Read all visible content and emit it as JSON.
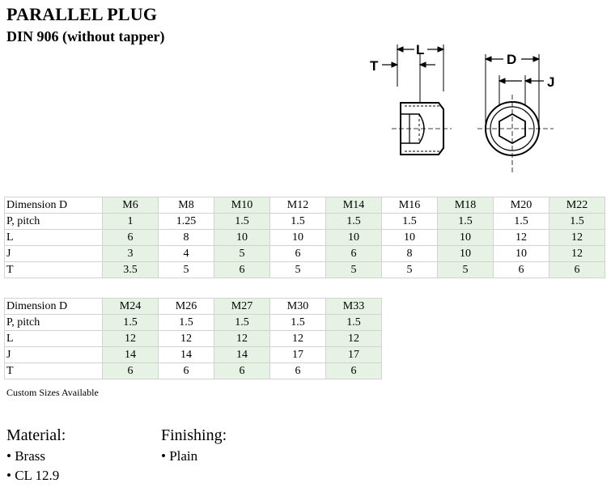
{
  "header": {
    "title": "PARALLEL PLUG",
    "subtitle": "DIN 906 (without tapper)"
  },
  "drawing": {
    "labels": {
      "t": "T",
      "l": "L",
      "d": "D",
      "j": "J"
    }
  },
  "table1": {
    "head": "Dimension D",
    "columns": [
      "M6",
      "M8",
      "M10",
      "M12",
      "M14",
      "M16",
      "M18",
      "M20",
      "M22"
    ],
    "rows": [
      {
        "label": "P, pitch",
        "values": [
          "1",
          "1.25",
          "1.5",
          "1.5",
          "1.5",
          "1.5",
          "1.5",
          "1.5",
          "1.5"
        ]
      },
      {
        "label": "L",
        "values": [
          "6",
          "8",
          "10",
          "10",
          "10",
          "10",
          "10",
          "12",
          "12"
        ]
      },
      {
        "label": "J",
        "values": [
          "3",
          "4",
          "5",
          "6",
          "6",
          "8",
          "10",
          "10",
          "12"
        ]
      },
      {
        "label": "T",
        "values": [
          "3.5",
          "5",
          "6",
          "5",
          "5",
          "5",
          "5",
          "6",
          "6"
        ]
      }
    ]
  },
  "table2": {
    "head": "Dimension D",
    "columns": [
      "M24",
      "M26",
      "M27",
      "M30",
      "M33"
    ],
    "rows": [
      {
        "label": "P, pitch",
        "values": [
          "1.5",
          "1.5",
          "1.5",
          "1.5",
          "1.5"
        ]
      },
      {
        "label": "L",
        "values": [
          "12",
          "12",
          "12",
          "12",
          "12"
        ]
      },
      {
        "label": "J",
        "values": [
          "14",
          "14",
          "14",
          "17",
          "17"
        ]
      },
      {
        "label": "T",
        "values": [
          "6",
          "6",
          "6",
          "6",
          "6"
        ]
      }
    ]
  },
  "note": "Custom Sizes Available",
  "material": {
    "heading": "Material:",
    "items": [
      "• Brass",
      "• CL 12.9"
    ]
  },
  "finishing": {
    "heading": "Finishing:",
    "items": [
      "• Plain"
    ]
  },
  "colors": {
    "highlight": "#e6f3e4",
    "border": "#d2d2d2"
  }
}
